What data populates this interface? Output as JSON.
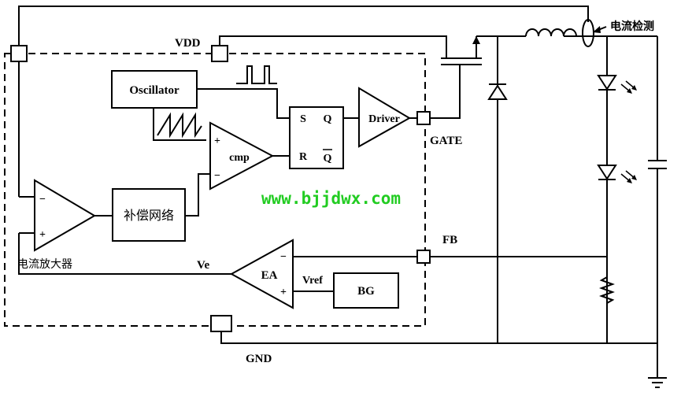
{
  "pins": {
    "vdd": "VDD",
    "gate": "GATE",
    "fb": "FB",
    "gnd": "GND"
  },
  "blocks": {
    "oscillator": "Oscillator",
    "driver": "Driver",
    "comparator": "cmp",
    "compensation": "补偿网络",
    "current_amp": "电流放大器",
    "error_amp": "EA",
    "bandgap": "BG"
  },
  "latch": {
    "s": "S",
    "r": "R",
    "q": "Q",
    "qbar": "Q"
  },
  "signals": {
    "ve": "Ve",
    "vref": "Vref"
  },
  "op_signs": {
    "minus": "−",
    "plus": "+"
  },
  "external": {
    "current_sense": "电流检测"
  },
  "watermark": "www.bjjdwx.com"
}
